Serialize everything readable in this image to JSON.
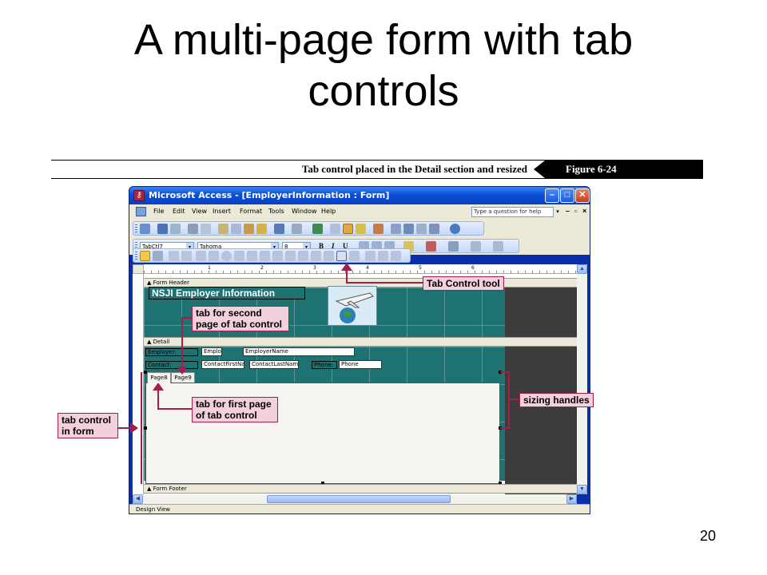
{
  "slide": {
    "title_line1": "A multi-page form with tab",
    "title_line2": "controls",
    "page_number": "20"
  },
  "figure": {
    "caption": "Tab control placed in the Detail section and resized",
    "number": "Figure 6-24"
  },
  "window": {
    "title": "Microsoft Access - [EmployerInformation : Form]",
    "menus": [
      "File",
      "Edit",
      "View",
      "Insert",
      "Format",
      "Tools",
      "Window",
      "Help"
    ],
    "help_placeholder": "Type a question for help",
    "status": "Design View"
  },
  "formatting": {
    "object": "TabCtl7",
    "font": "Tahoma",
    "size": "8"
  },
  "ruler_numbers": [
    "1",
    "2",
    "3",
    "4",
    "5",
    "6"
  ],
  "form": {
    "header_section": "Form Header",
    "header_label": "NSJI Employer Information",
    "detail_section": "Detail",
    "footer_section": "Form Footer",
    "employer_label": "Employer:",
    "employer_box1": "Employ",
    "employer_box2": "EmployerName",
    "contact_label": "Contact:",
    "contact_first": "ContactFirstNa",
    "contact_last": "ContactLastName",
    "phone_label": "Phone:",
    "phone_box": "Phone",
    "tabs": [
      "Page8",
      "Page9"
    ]
  },
  "callouts": {
    "tab_control_tool": "Tab Control tool",
    "second_page_1": "tab for second",
    "second_page_2": "page of tab control",
    "first_page_1": "tab for first page",
    "first_page_2": "of tab control",
    "sizing_handles": "sizing handles",
    "tab_in_form_1": "tab control",
    "tab_in_form_2": "in form"
  },
  "colors": {
    "callout_border": "#a31f4a",
    "callout_fill": "#f2d0dc",
    "form_background": "#1e7272",
    "title_bar": "#0b4fd8"
  }
}
